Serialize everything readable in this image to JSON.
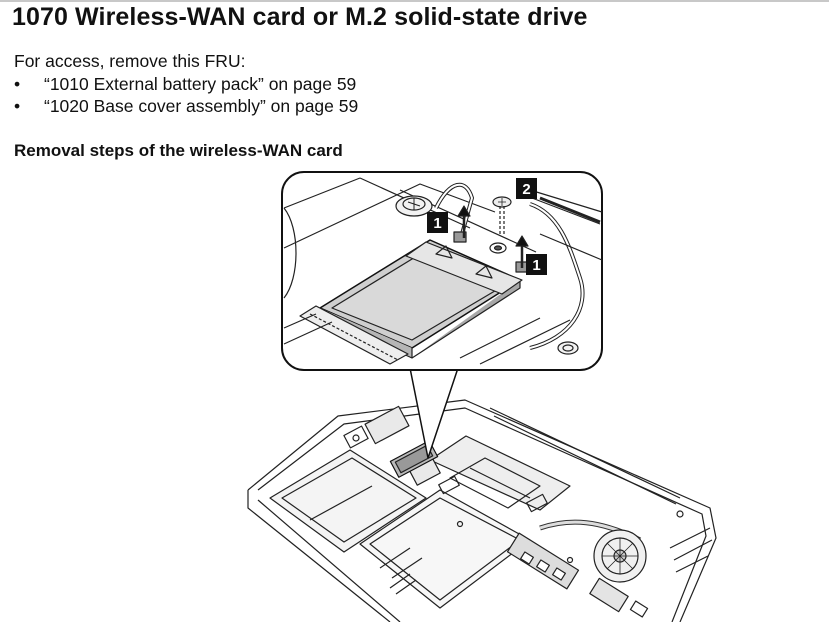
{
  "page": {
    "title": "1070 Wireless-WAN card or M.2 solid-state drive",
    "access_intro": "For access, remove this FRU:",
    "prerequisites": [
      {
        "bullet": "•",
        "text": "“1010 External battery pack” on page 59"
      },
      {
        "bullet": "•",
        "text": "“1020 Base cover assembly” on page 59"
      }
    ],
    "section_heading": "Removal steps of the wireless-WAN card"
  },
  "figure": {
    "callouts": [
      "1",
      "2",
      "1"
    ]
  }
}
